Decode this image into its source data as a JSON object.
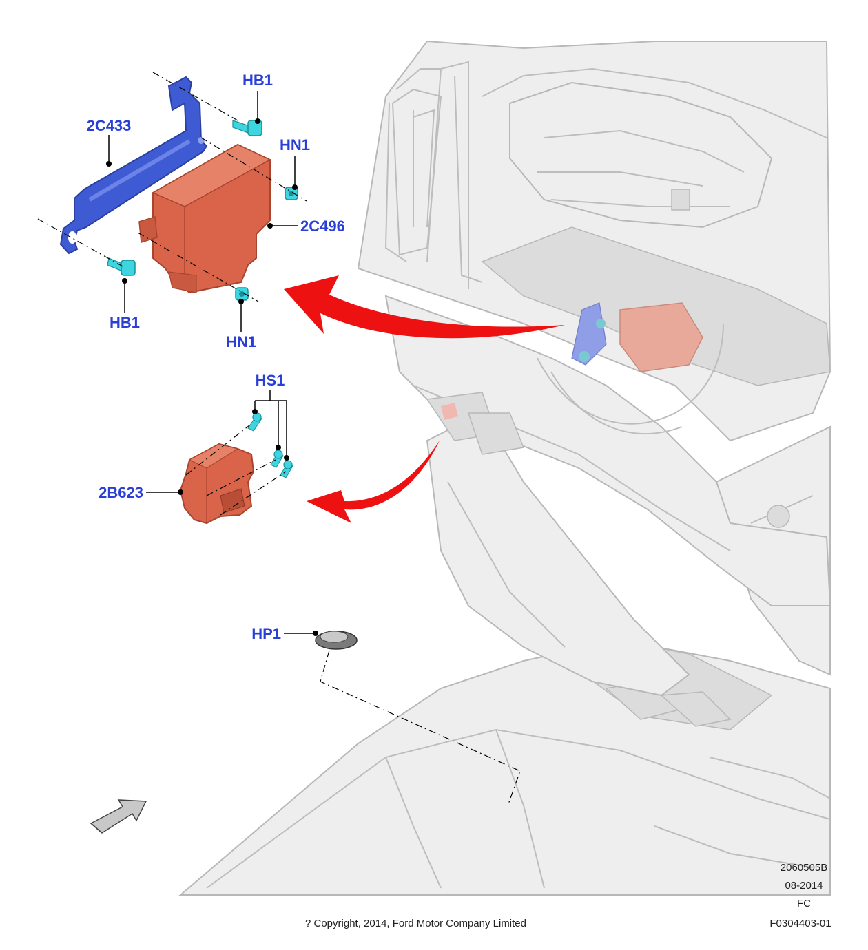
{
  "callouts": {
    "hb1_top": "HB1",
    "c2c433": "2C433",
    "hn1_top": "HN1",
    "c2c496": "2C496",
    "hb1_bottom": "HB1",
    "hn1_bottom": "HN1",
    "hs1": "HS1",
    "c2b623": "2B623",
    "hp1": "HP1"
  },
  "footer": {
    "drawing_number": "2060505B",
    "date": "08-2014",
    "region": "FC",
    "figure_id": "F0304403-01",
    "copyright": "? Copyright, 2014, Ford Motor Company Limited"
  },
  "colors": {
    "callout_text": "#2a3fd6",
    "bracket": "#3f5bd3",
    "module": "#d9644a",
    "fastener": "#3dd6e0",
    "arrow": "#ee1111",
    "vehicle_body": "#eeeeee"
  },
  "icons": {
    "direction_arrow": "front-direction-arrow-icon"
  }
}
